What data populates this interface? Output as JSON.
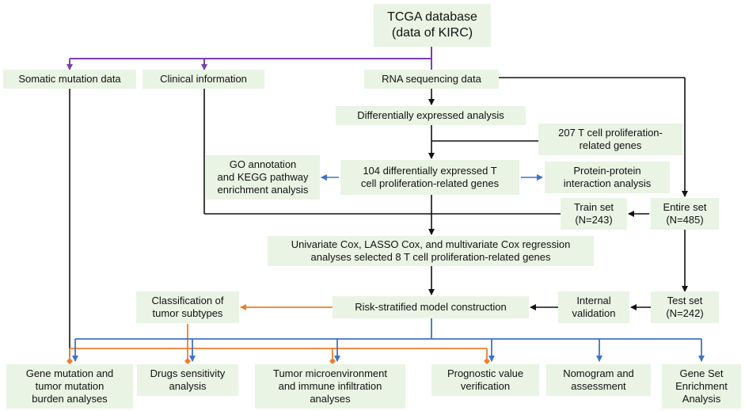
{
  "nodes": {
    "tcga": "TCGA database\n(data of KIRC)",
    "somatic": "Somatic mutation data",
    "clinical": "Clinical information",
    "rna": "RNA  sequencing data",
    "dea": "Differentially expressed analysis",
    "tcell207": "207 T cell proliferation-\nrelated genes",
    "go": "GO annotation\nand KEGG pathway\nenrichment analysis",
    "deg104": "104 differentially expressed T\ncell proliferation-related genes",
    "ppi": "Protein-protein\ninteraction analysis",
    "train": "Train set\n(N=243)",
    "entire": "Entire set\n(N=485)",
    "cox": "Univariate Cox, LASSO Cox, and multivariate Cox regression\nanalyses selected 8 T cell proliferation-related genes",
    "classif": "Classification of\ntumor subtypes",
    "risk": "Risk-stratified model construction",
    "internal": "Internal\nvalidation",
    "test": "Test set\n(N=242)",
    "tmb": "Gene mutation and\ntumor mutation\nburden analyses",
    "drugs": "Drugs sensitivity\nanalysis",
    "tme": "Tumor microenvironment\nand immune infiltration\nanalyses",
    "prog": "Prognostic value\nverification",
    "nomo": "Nomogram and\nassessment",
    "gsea": "Gene Set\nEnrichment\nAnalysis"
  },
  "colors": {
    "box_fill": "#e9f4e4",
    "black": "#111111",
    "purple": "#7a3fb0",
    "blue": "#3f72c6",
    "orange": "#ee7d2d"
  }
}
